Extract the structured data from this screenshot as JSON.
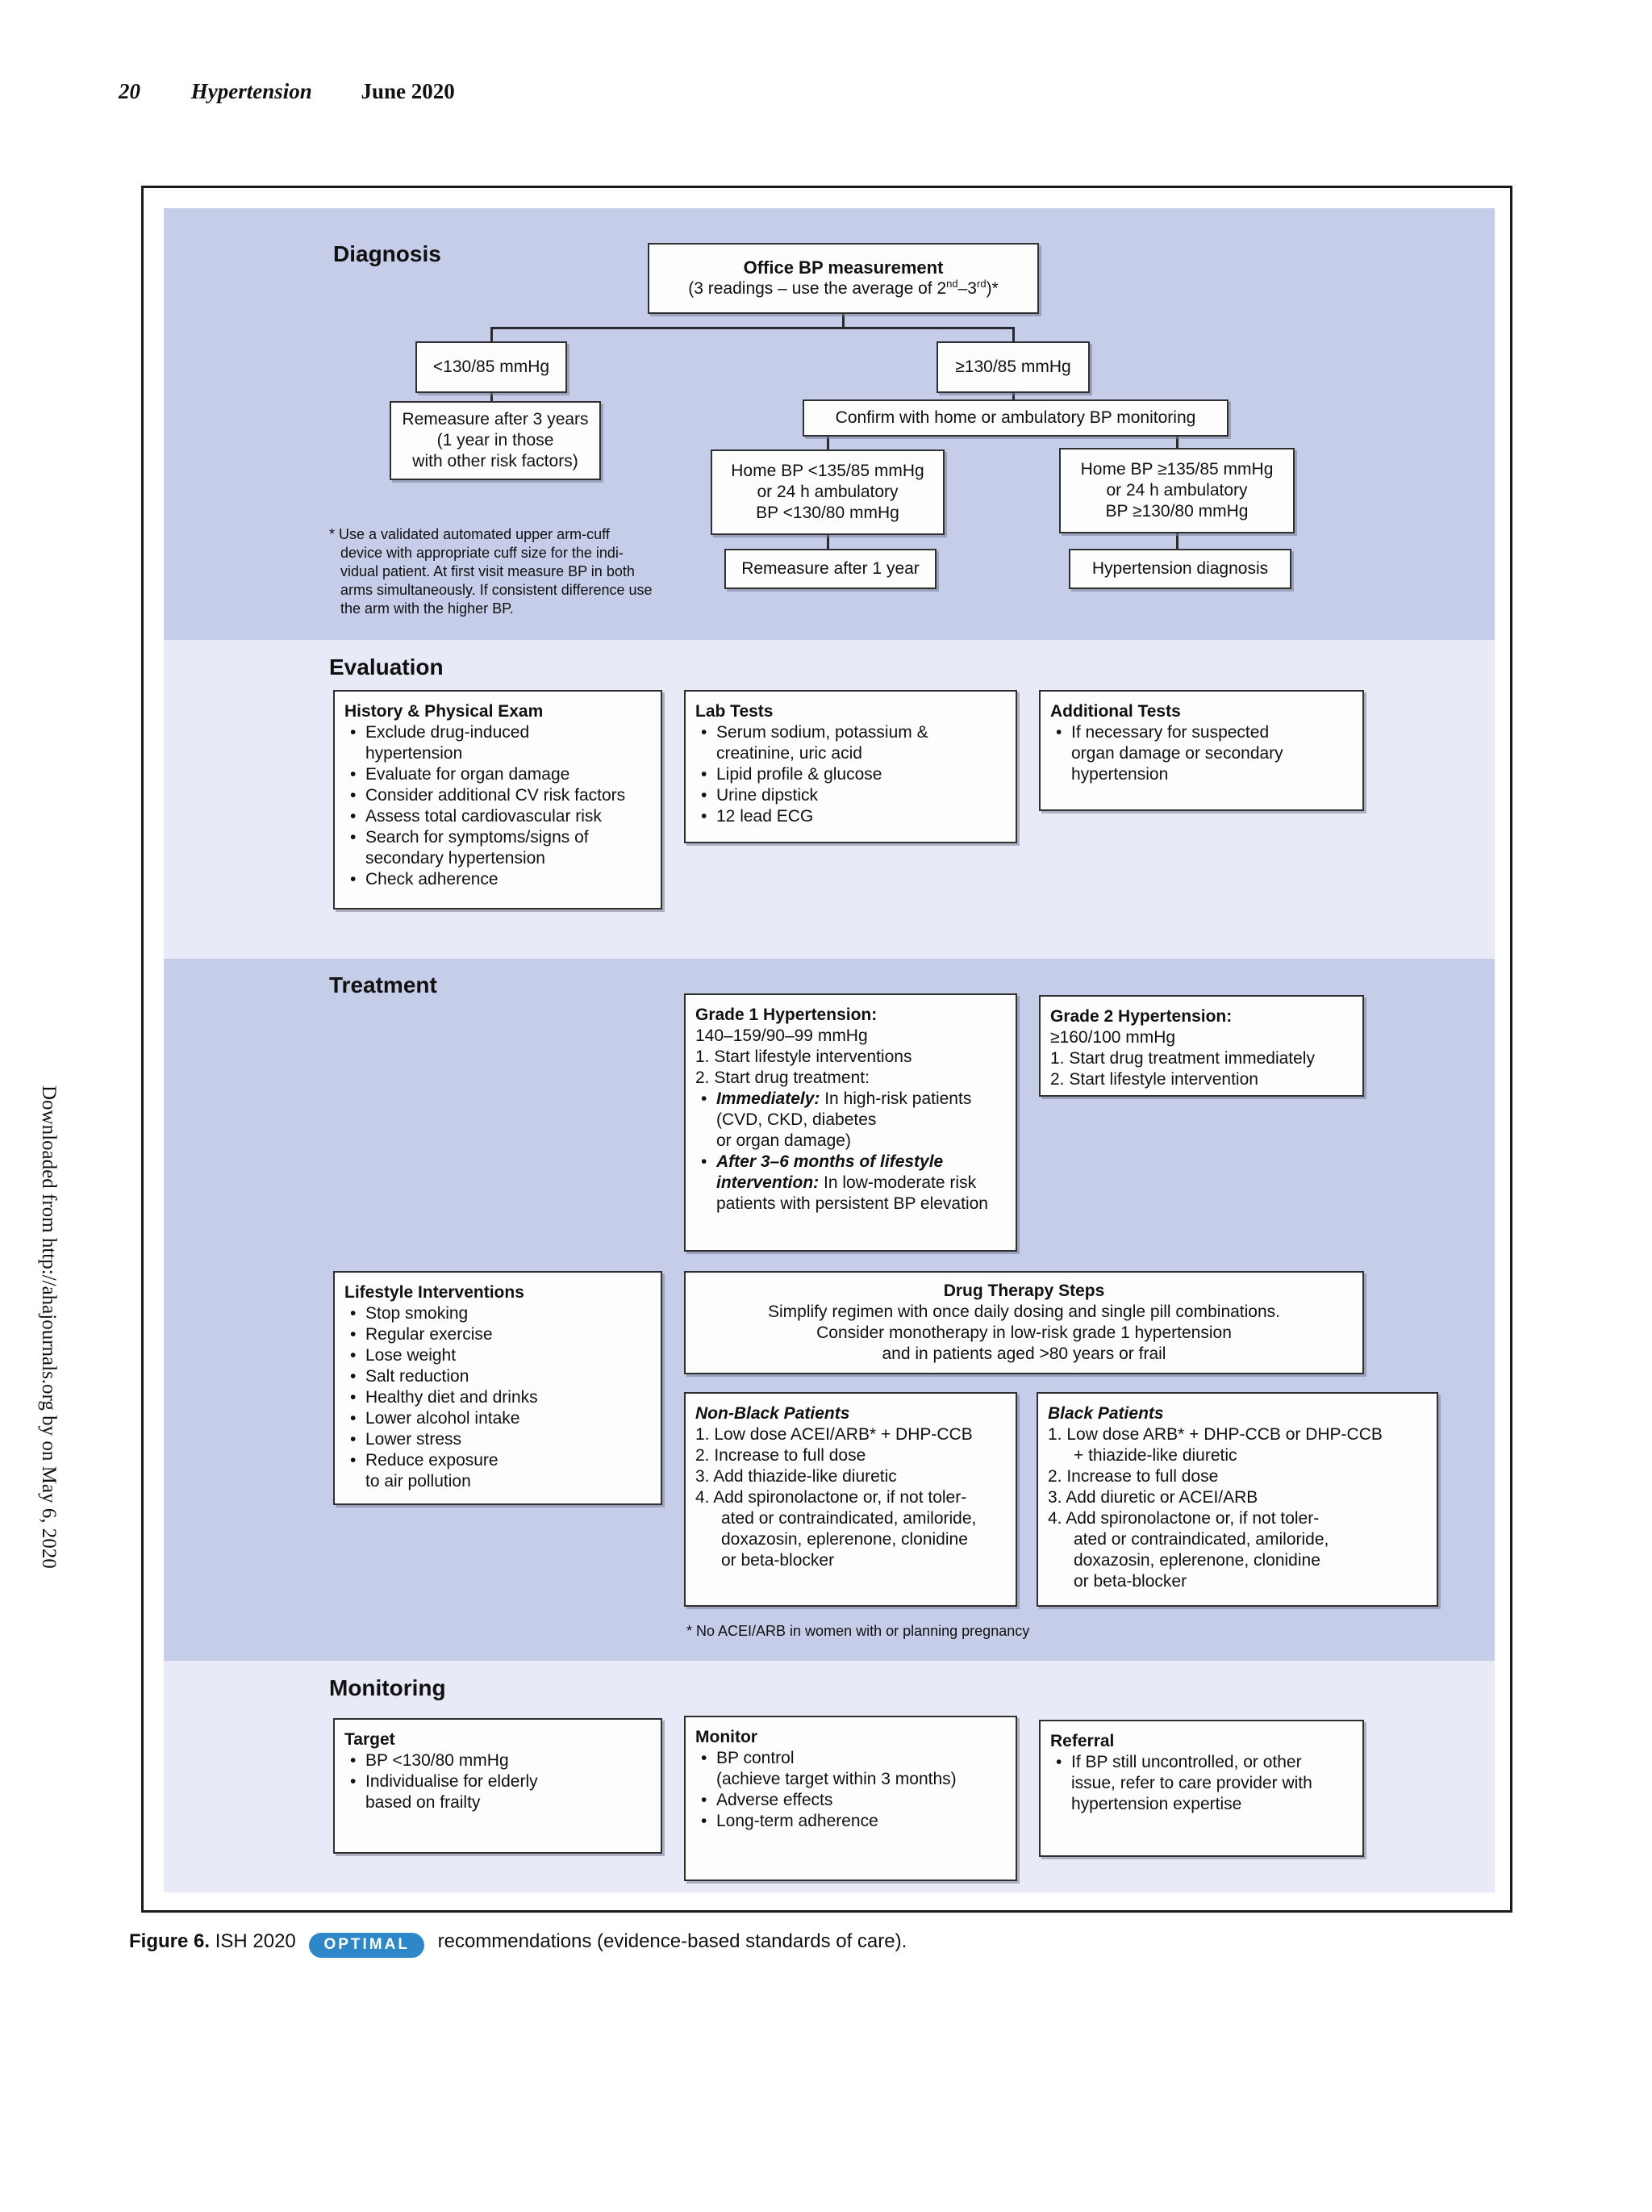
{
  "header": {
    "page_number": "20",
    "journal": "Hypertension",
    "issue": "June 2020"
  },
  "sidebar": {
    "text": "Downloaded from http://ahajournals.org by on May 6, 2020"
  },
  "caption": {
    "figure_label": "Figure 6.",
    "pre_badge": "ISH 2020",
    "badge": "OPTIMAL",
    "post_badge": "recommendations (evidence-based standards of care)."
  },
  "colors": {
    "band_dark": "#c5cde8",
    "band_light": "#e8ebf7",
    "badge_blue": "#2d87c8"
  },
  "diagnosis": {
    "heading": "Diagnosis",
    "office": {
      "title": "Office BP measurement",
      "sub_parts": [
        "(3 readings – use the average of 2",
        "nd",
        "–3",
        "rd",
        ")*"
      ]
    },
    "branch_low": "<130/85 mmHg",
    "branch_high": "≥130/85 mmHg",
    "remeasure3": [
      "Remeasure after 3 years",
      "(1 year in those",
      "with other risk factors)"
    ],
    "confirm": "Confirm with home or ambulatory BP monitoring",
    "home_low": [
      "Home BP <135/85 mmHg",
      "or 24 h ambulatory",
      "BP <130/80 mmHg"
    ],
    "home_high": [
      "Home BP ≥135/85 mmHg",
      "or 24 h ambulatory",
      "BP ≥130/80 mmHg"
    ],
    "remeasure1": "Remeasure after 1 year",
    "diagnosis_result": "Hypertension diagnosis",
    "footnote_lines": [
      "* Use a validated automated upper arm-cuff",
      "device with appropriate cuff size for the indi-",
      "vidual patient. At first visit measure BP in both",
      "arms simultaneously. If consistent difference use",
      "the arm with the higher BP."
    ]
  },
  "evaluation": {
    "heading": "Evaluation",
    "history": {
      "title": "History & Physical Exam",
      "items": [
        "Exclude drug-induced\nhypertension",
        "Evaluate for organ damage",
        "Consider additional CV risk factors",
        "Assess total cardiovascular risk",
        "Search for symptoms/signs of\nsecondary hypertension",
        "Check adherence"
      ]
    },
    "lab": {
      "title": "Lab Tests",
      "items": [
        "Serum sodium, potassium &\ncreatinine, uric acid",
        "Lipid profile & glucose",
        "Urine dipstick",
        "12 lead ECG"
      ]
    },
    "additional": {
      "title": "Additional Tests",
      "items": [
        "If necessary for suspected\norgan damage or secondary\nhypertension"
      ]
    }
  },
  "treatment": {
    "heading": "Treatment",
    "grade1": {
      "title": "Grade 1 Hypertension:",
      "range": "140–159/90–99 mmHg",
      "numbered": [
        "1. Start lifestyle interventions",
        "2. Start drug treatment:"
      ],
      "bullets": [
        {
          "lead": "Immediately:",
          "rest": " In high-risk patients\n(CVD, CKD, diabetes\nor organ damage)"
        },
        {
          "lead": "After 3–6 months of lifestyle intervention:",
          "rest": " In low-moderate risk patients with persistent BP elevation"
        }
      ]
    },
    "grade2": {
      "title": "Grade 2 Hypertension:",
      "range": "≥160/100 mmHg",
      "numbered": [
        "1. Start drug treatment immediately",
        "2. Start lifestyle intervention"
      ]
    },
    "lifestyle": {
      "title": "Lifestyle Interventions",
      "items": [
        "Stop smoking",
        "Regular exercise",
        "Lose weight",
        "Salt reduction",
        "Healthy diet and drinks",
        "Lower alcohol intake",
        "Lower stress",
        "Reduce exposure\nto air pollution"
      ]
    },
    "drug_steps": {
      "title": "Drug Therapy Steps",
      "lines": [
        "Simplify regimen with once daily dosing and single pill combinations.",
        "Consider monotherapy in low-risk grade 1 hypertension",
        "and in patients aged >80 years or frail"
      ]
    },
    "non_black": {
      "title": "Non-Black Patients",
      "steps": [
        "1. Low dose ACEI/ARB* + DHP-CCB",
        "2. Increase to full dose",
        "3. Add thiazide-like diuretic",
        "4. Add spironolactone or, if not toler-\nated or contraindicated, amiloride,\ndoxazosin, eplerenone, clonidine\nor beta-blocker"
      ]
    },
    "black": {
      "title": "Black Patients",
      "steps": [
        "1. Low dose ARB* + DHP-CCB or DHP-CCB\n+ thiazide-like diuretic",
        "2. Increase to full dose",
        "3. Add diuretic or ACEI/ARB",
        "4. Add spironolactone or, if not toler-\nated or contraindicated, amiloride,\ndoxazosin, eplerenone, clonidine\nor beta-blocker"
      ]
    },
    "footnote": "* No ACEI/ARB in women with or planning pregnancy"
  },
  "monitoring": {
    "heading": "Monitoring",
    "target": {
      "title": "Target",
      "items": [
        "BP <130/80 mmHg",
        "Individualise for elderly\nbased on frailty"
      ]
    },
    "monitor": {
      "title": "Monitor",
      "items": [
        "BP control\n(achieve target within 3 months)",
        "Adverse effects",
        "Long-term adherence"
      ]
    },
    "referral": {
      "title": "Referral",
      "items": [
        "If BP still uncontrolled, or other\nissue, refer to care provider with\nhypertension expertise"
      ]
    }
  }
}
